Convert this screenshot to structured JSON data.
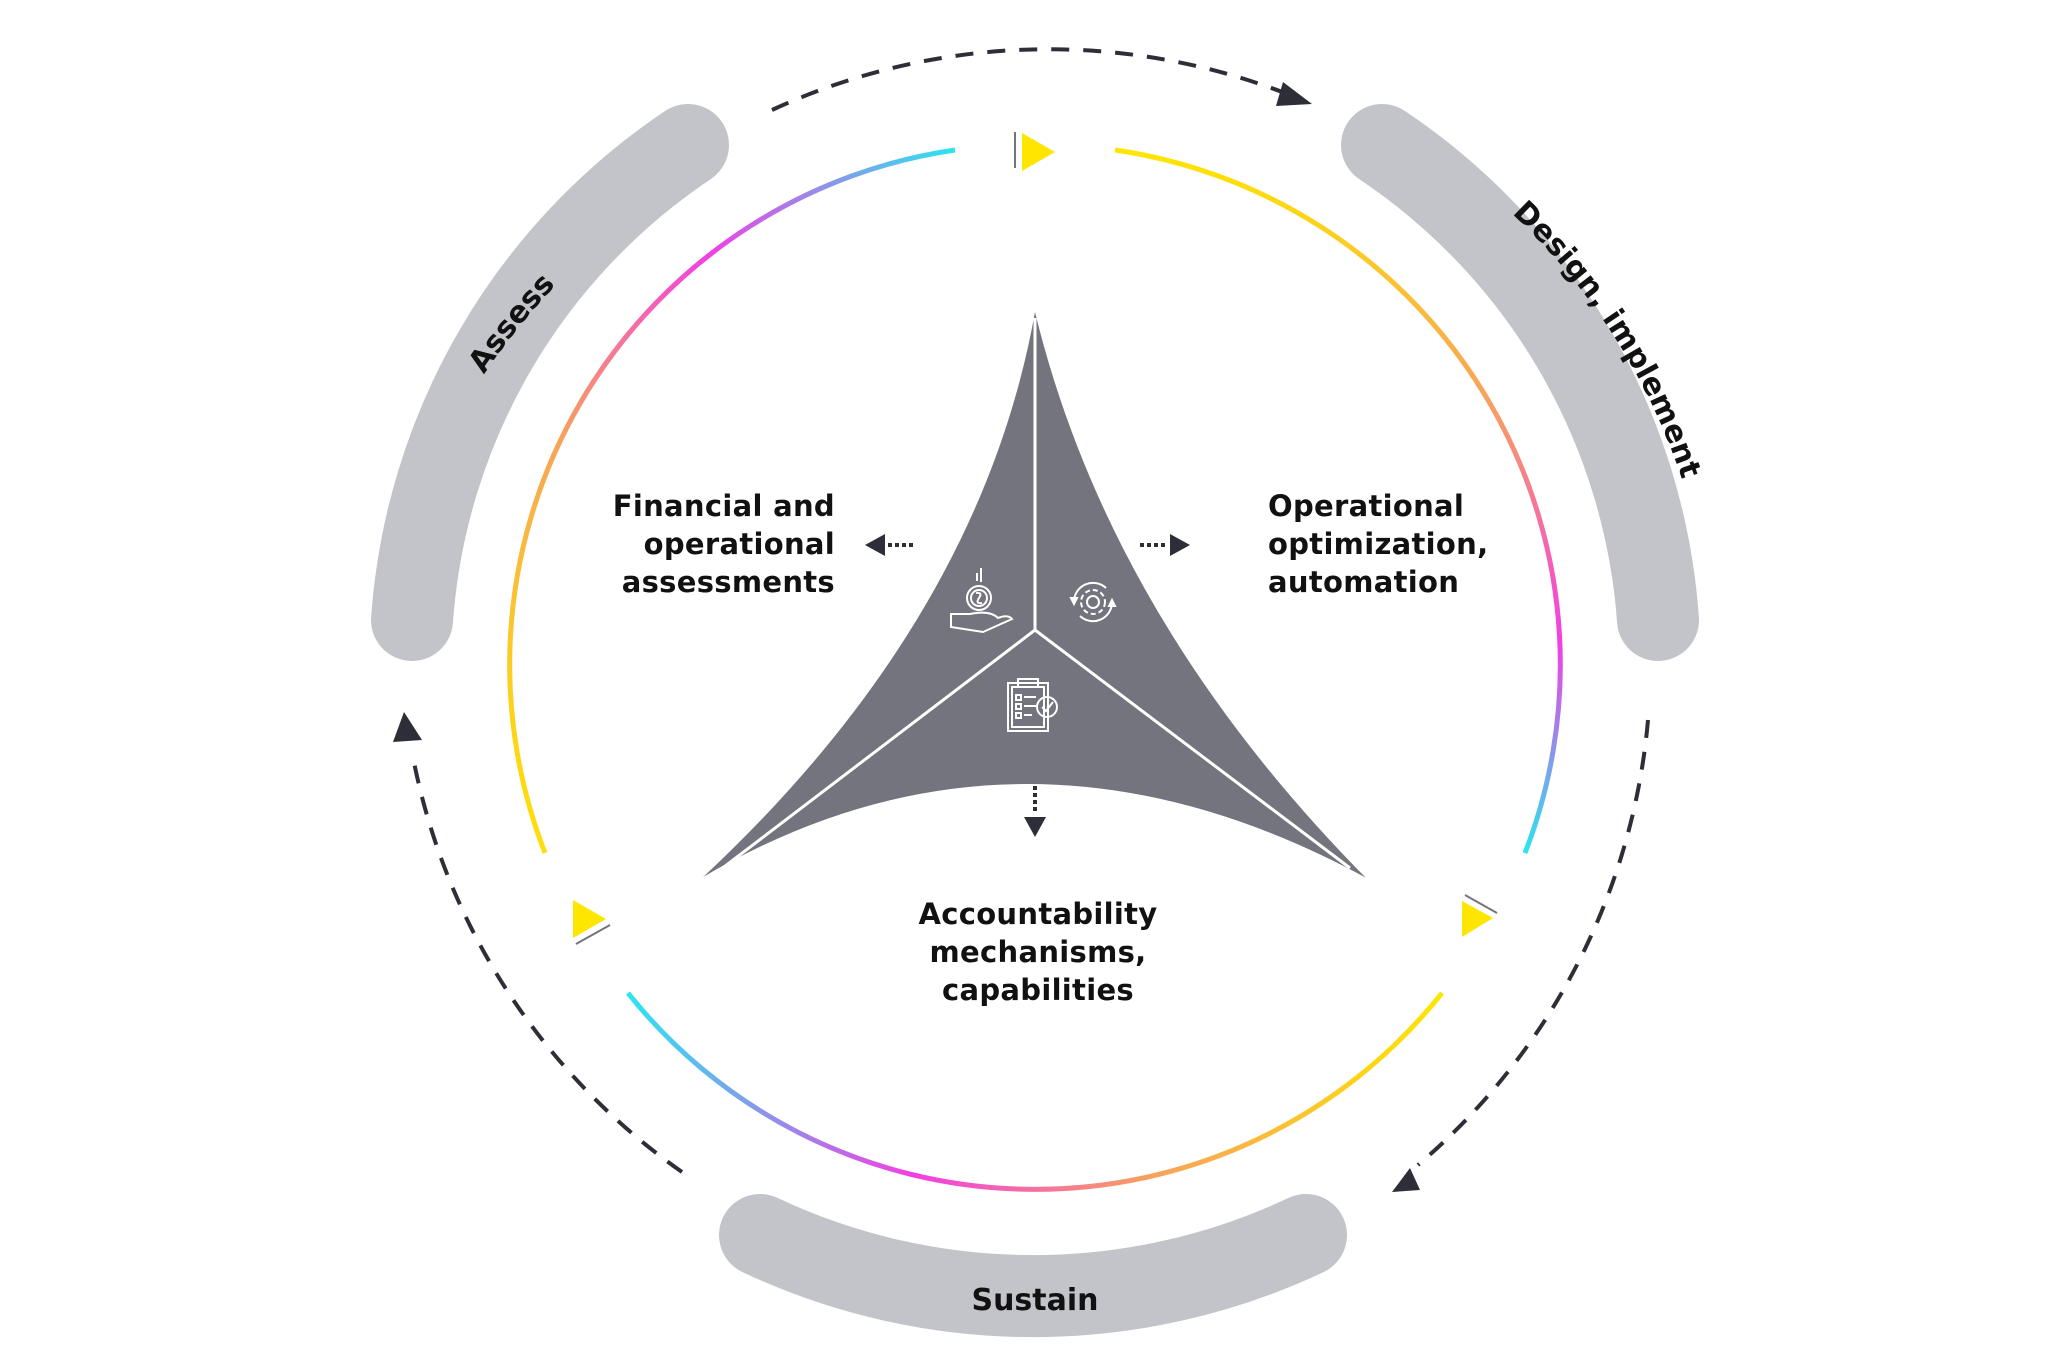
{
  "diagram": {
    "title": "",
    "phases": [
      {
        "id": "assess",
        "label": "Assess"
      },
      {
        "id": "design",
        "label": "Design, implement"
      },
      {
        "id": "sustain",
        "label": "Sustain"
      }
    ],
    "pillars": [
      {
        "id": "financial",
        "lines": [
          "Financial and",
          "operational",
          "assessments"
        ],
        "icon": "hand-coin-icon"
      },
      {
        "id": "operational",
        "lines": [
          "Operational",
          "optimization,",
          "automation"
        ],
        "icon": "gear-cycle-icon"
      },
      {
        "id": "accountability",
        "lines": [
          "Accountability",
          "mechanisms,",
          "capabilities"
        ],
        "icon": "clipboard-check-icon"
      }
    ],
    "colors": {
      "band": "#c3c4ca",
      "core": "#74747f",
      "arrow": "#2e2e38",
      "marker": "#ffe600",
      "gradient": [
        "#ffe600",
        "#f7a35c",
        "#f23fe4",
        "#2de4f0"
      ]
    },
    "cycle_direction": "clockwise"
  }
}
